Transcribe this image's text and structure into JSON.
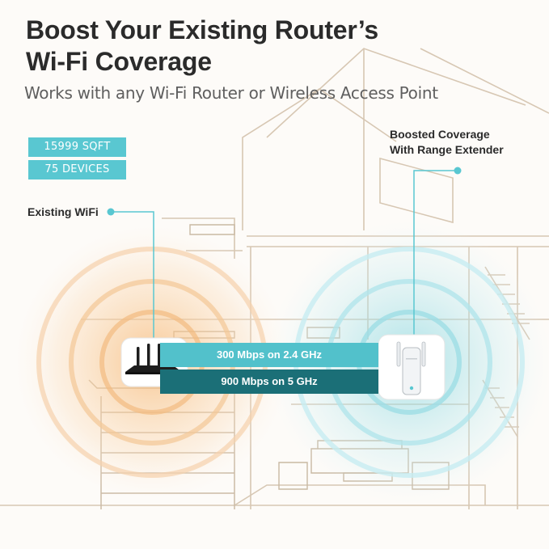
{
  "headline": {
    "line1": "Boost Your Existing Router’s",
    "line2": "Wi-Fi Coverage"
  },
  "subtitle": "Works with any Wi-Fi Router or Wireless Access Point",
  "badges": {
    "area": "15999 SQFT",
    "devices": "75 DEVICES"
  },
  "labels": {
    "existing": "Existing WiFi",
    "boosted_line1": "Boosted Coverage",
    "boosted_line2": "With Range Extender"
  },
  "speeds": {
    "band_24": "300 Mbps on 2.4 GHz",
    "band_5": "900 Mbps on 5 GHz"
  },
  "icons": {
    "router": "router-icon",
    "extender": "range-extender-icon"
  },
  "colors": {
    "accent": "#59c7d1",
    "accent_dark": "#1b6f77",
    "warm_glow": "#f7c58c",
    "cool_glow": "#a9e3ea",
    "heading": "#2b2b2b"
  }
}
